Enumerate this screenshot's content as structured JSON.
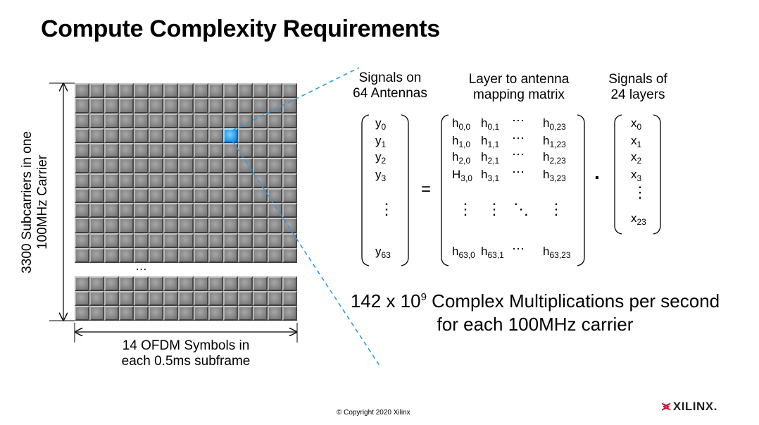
{
  "title": "Compute Complexity Requirements",
  "resource_grid": {
    "vertical_label_line1": "3300 Subcarriers in one",
    "vertical_label_line2": "100MHz Carrier",
    "horizontal_label_line1": "14 OFDM Symbols in",
    "horizontal_label_line2": "each 0.5ms subframe",
    "gap_ellipsis": "…",
    "highlight_color": "#1e90e8"
  },
  "headers": {
    "antennas_line1": "Signals on",
    "antennas_line2": "64 Antennas",
    "matrix_line1": "Layer to antenna",
    "matrix_line2": "mapping matrix",
    "layers_line1": "Signals of",
    "layers_line2": "24 layers"
  },
  "y_vector": {
    "base": "y",
    "subs": [
      "0",
      "1",
      "2",
      "3",
      "63"
    ],
    "vdots": "⋮"
  },
  "x_vector": {
    "base": "x",
    "subs": [
      "0",
      "1",
      "2",
      "3",
      "23"
    ],
    "vdots": "⋮"
  },
  "operators": {
    "equals": "=",
    "dot": "·"
  },
  "matrix": {
    "rows": [
      [
        {
          "b": "h",
          "s": "0,0"
        },
        {
          "b": "h",
          "s": "0,1"
        },
        {
          "b": "⋯",
          "s": ""
        },
        {
          "b": "h",
          "s": "0,23"
        }
      ],
      [
        {
          "b": "h",
          "s": "1,0"
        },
        {
          "b": "h",
          "s": "1,1"
        },
        {
          "b": "⋯",
          "s": ""
        },
        {
          "b": "h",
          "s": "1,23"
        }
      ],
      [
        {
          "b": "h",
          "s": "2,0"
        },
        {
          "b": "h",
          "s": "2,1"
        },
        {
          "b": "⋯",
          "s": ""
        },
        {
          "b": "h",
          "s": "2,23"
        }
      ],
      [
        {
          "b": "H",
          "s": "3,0"
        },
        {
          "b": "h",
          "s": "3,1"
        },
        {
          "b": "⋯",
          "s": ""
        },
        {
          "b": "h",
          "s": "3,23"
        }
      ],
      [
        {
          "b": "⋮",
          "s": ""
        },
        {
          "b": "⋮",
          "s": ""
        },
        {
          "b": "⋱",
          "s": ""
        },
        {
          "b": "⋮",
          "s": ""
        }
      ],
      [
        {
          "b": "h",
          "s": "63,0"
        },
        {
          "b": "h",
          "s": "63,1"
        },
        {
          "b": "⋯",
          "s": ""
        },
        {
          "b": "h",
          "s": "63,23"
        }
      ]
    ]
  },
  "result": {
    "prefix": "142 x 10",
    "exponent": "9",
    "suffix": " Complex Multiplications per second",
    "line2": "for each 100MHz carrier"
  },
  "footer": {
    "copyright": "© Copyright 2020 Xilinx",
    "logo_text": "XILINX.",
    "logo_color": "#c8102e"
  }
}
